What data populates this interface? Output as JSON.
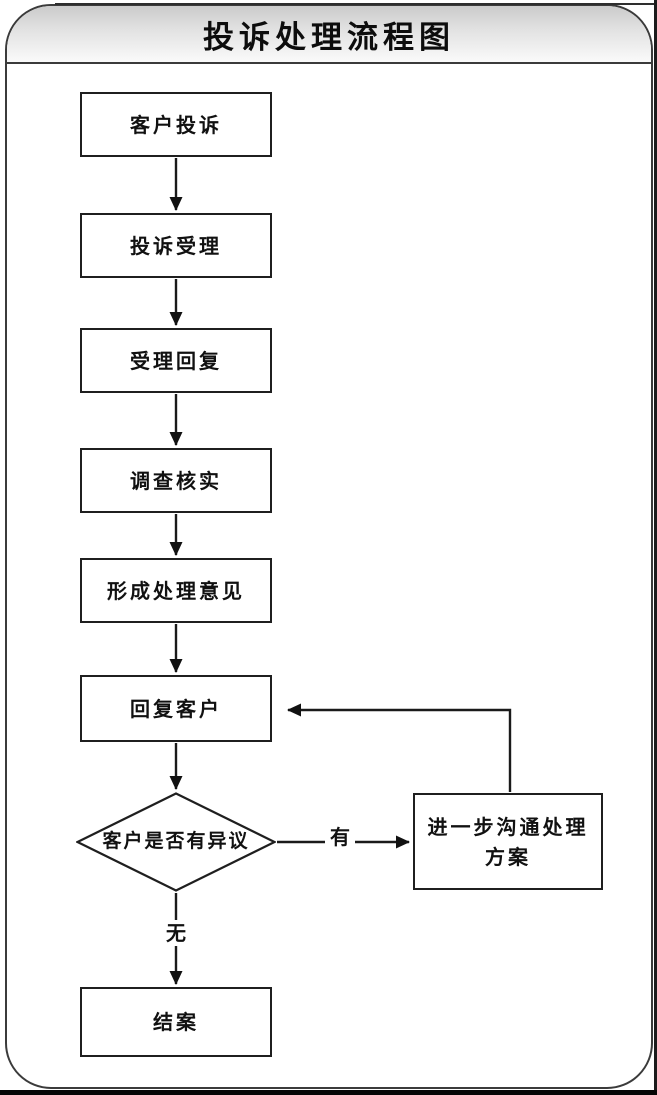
{
  "title": "投诉处理流程图",
  "flowchart": {
    "nodes": [
      {
        "id": "customer-complaint",
        "type": "process",
        "label": "客户投诉"
      },
      {
        "id": "complaint-acceptance",
        "type": "process",
        "label": "投诉受理"
      },
      {
        "id": "acceptance-reply",
        "type": "process",
        "label": "受理回复"
      },
      {
        "id": "investigate-verify",
        "type": "process",
        "label": "调查核实"
      },
      {
        "id": "form-handling-opinion",
        "type": "process",
        "label": "形成处理意见"
      },
      {
        "id": "reply-customer",
        "type": "process",
        "label": "回复客户"
      },
      {
        "id": "customer-objection",
        "type": "decision",
        "label": "客户是否有异议"
      },
      {
        "id": "further-communication",
        "type": "process",
        "label": "进一步沟通处理方案"
      },
      {
        "id": "close-case",
        "type": "process",
        "label": "结案"
      }
    ],
    "edges": [
      {
        "from": "customer-complaint",
        "to": "complaint-acceptance",
        "label": ""
      },
      {
        "from": "complaint-acceptance",
        "to": "acceptance-reply",
        "label": ""
      },
      {
        "from": "acceptance-reply",
        "to": "investigate-verify",
        "label": ""
      },
      {
        "from": "investigate-verify",
        "to": "form-handling-opinion",
        "label": ""
      },
      {
        "from": "form-handling-opinion",
        "to": "reply-customer",
        "label": ""
      },
      {
        "from": "reply-customer",
        "to": "customer-objection",
        "label": ""
      },
      {
        "from": "customer-objection",
        "to": "further-communication",
        "label": "有"
      },
      {
        "from": "customer-objection",
        "to": "close-case",
        "label": "无"
      },
      {
        "from": "further-communication",
        "to": "reply-customer",
        "label": ""
      }
    ],
    "edge_labels": {
      "yes": "有",
      "no": "无"
    }
  },
  "colors": {
    "line": "#1a1a1a",
    "frame_border": "#3b3b3b",
    "titlebar_top": "#cbcbcb",
    "titlebar_bottom": "#fafafa",
    "background": "#ffffff"
  }
}
